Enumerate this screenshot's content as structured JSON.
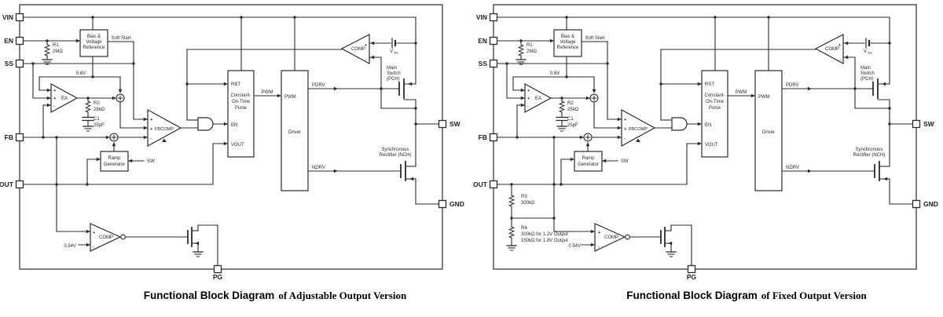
{
  "captions": [
    {
      "main": "Functional Block Diagram",
      "suffix": "of Adjustable Output Version"
    },
    {
      "main": "Functional Block Diagram",
      "suffix": "of Fixed Output Version"
    }
  ],
  "diagrams": [
    {
      "pins": {
        "vin": "VIN",
        "en": "EN",
        "ss": "SS",
        "fb": "FB",
        "out": "OUT",
        "sw": "SW",
        "gnd": "GND",
        "pg": "PG"
      },
      "labels": {
        "r1": "R1",
        "r1_value": "2MΩ",
        "bias_line1": "Bias &",
        "bias_line2": "Voltage",
        "bias_line3": "Reference",
        "soft_start": "Soft Start",
        "vref": "0.6V",
        "ea": "EA",
        "plus": "+",
        "minus": "-",
        "r2": "R2",
        "r2_value": "25kΩ",
        "c1": "C1",
        "c1_value": "25pF",
        "fbcomp": "FBCOMP",
        "pwm_wire": "PWM",
        "cot_rst": "RST",
        "cot_line1": "Constant-",
        "cot_line2": "On-Time",
        "cot_line3": "Pulse",
        "cot_en": "EN",
        "cot_vout": "VOUT",
        "drv_pwm": "PWM",
        "driver": "Driver",
        "pdrv": "PDRV",
        "ndrv": "NDRV",
        "ilim_comp": "COMP",
        "vth_v": "V",
        "vth_sub": "TH",
        "msw_line1": "Main",
        "msw_line2": "Switch",
        "msw_line3": "(PCH)",
        "sr_line1": "Synchronous",
        "sr_line2": "Rectifier (NCH)",
        "ramp_line1": "Ramp",
        "ramp_line2": "Generator",
        "ramp_sw": "SW",
        "pg_comp": "COMP",
        "pg_ref": "0.54V"
      }
    },
    {
      "pins": {
        "vin": "VIN",
        "en": "EN",
        "ss": "SS",
        "fb": "FB",
        "out": "OUT",
        "sw": "SW",
        "gnd": "GND",
        "pg": "PG"
      },
      "labels": {
        "r1": "R1",
        "r1_value": "2MΩ",
        "bias_line1": "Bias &",
        "bias_line2": "Voltage",
        "bias_line3": "Reference",
        "soft_start": "Soft Start",
        "vref": "0.6V",
        "ea": "EA",
        "plus": "+",
        "minus": "-",
        "r2": "R2",
        "r2_value": "25kΩ",
        "c1": "C1",
        "c1_value": "25pF",
        "fbcomp": "FBCOMP",
        "pwm_wire": "PWM",
        "cot_rst": "RST",
        "cot_line1": "Constant-",
        "cot_line2": "On-Time",
        "cot_line3": "Pulse",
        "cot_en": "EN",
        "cot_vout": "VOUT",
        "drv_pwm": "PWM",
        "driver": "Driver",
        "pdrv": "PDRV",
        "ndrv": "NDRV",
        "ilim_comp": "COMP",
        "vth_v": "V",
        "vth_sub": "TH",
        "msw_line1": "Main",
        "msw_line2": "Switch",
        "msw_line3": "(PCH)",
        "sr_line1": "Synchronous",
        "sr_line2": "Rectifier (NCH)",
        "ramp_line1": "Ramp",
        "ramp_line2": "Generator",
        "ramp_sw": "SW",
        "pg_comp": "COMP",
        "pg_ref": "0.54V",
        "r3": "R3",
        "r3_value": "300kΩ",
        "r4": "R4",
        "r4_value1": "300kΩ for 1.2V Output",
        "r4_value2": "150kΩ for 1.8V Output"
      }
    }
  ]
}
